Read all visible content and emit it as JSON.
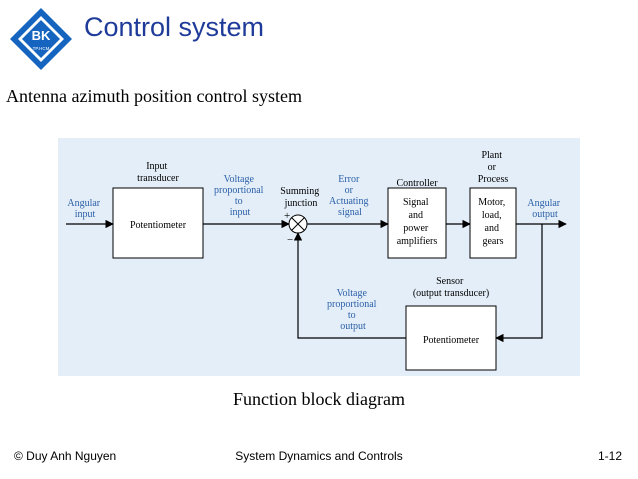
{
  "header": {
    "logo_text": "BK",
    "logo_subtext": "TP.HCM",
    "title": "Control system"
  },
  "subtitle": "Antenna azimuth position control system",
  "diagram": {
    "input_label": [
      "Angular",
      "input"
    ],
    "input_transducer_label": [
      "Input",
      "transducer"
    ],
    "input_block": "Potentiometer",
    "voltage_input_label": [
      "Voltage",
      "proportional",
      "to",
      "input"
    ],
    "summing_label": [
      "Summing",
      "junction"
    ],
    "plus_sign": "+",
    "minus_sign": "−",
    "error_label": [
      "Error",
      "or",
      "Actuating",
      "signal"
    ],
    "controller_label": "Controller",
    "controller_block": [
      "Signal",
      "and",
      "power",
      "amplifiers"
    ],
    "plant_label": [
      "Plant",
      "or",
      "Process"
    ],
    "plant_block": [
      "Motor,",
      "load,",
      "and",
      "gears"
    ],
    "output_label": [
      "Angular",
      "output"
    ],
    "sensor_label": [
      "Sensor",
      "(output transducer)"
    ],
    "sensor_block": "Potentiometer",
    "voltage_output_label": [
      "Voltage",
      "proportional",
      "to",
      "output"
    ]
  },
  "caption": "Function block diagram",
  "footer": {
    "author": "© Duy Anh Nguyen",
    "course": "System Dynamics and Controls",
    "page": "1-12"
  },
  "colors": {
    "title": "#1f3b99",
    "logo": "#1565c0",
    "diagram_bg": "#e3eef8",
    "signal_label": "#2b5fa8"
  }
}
